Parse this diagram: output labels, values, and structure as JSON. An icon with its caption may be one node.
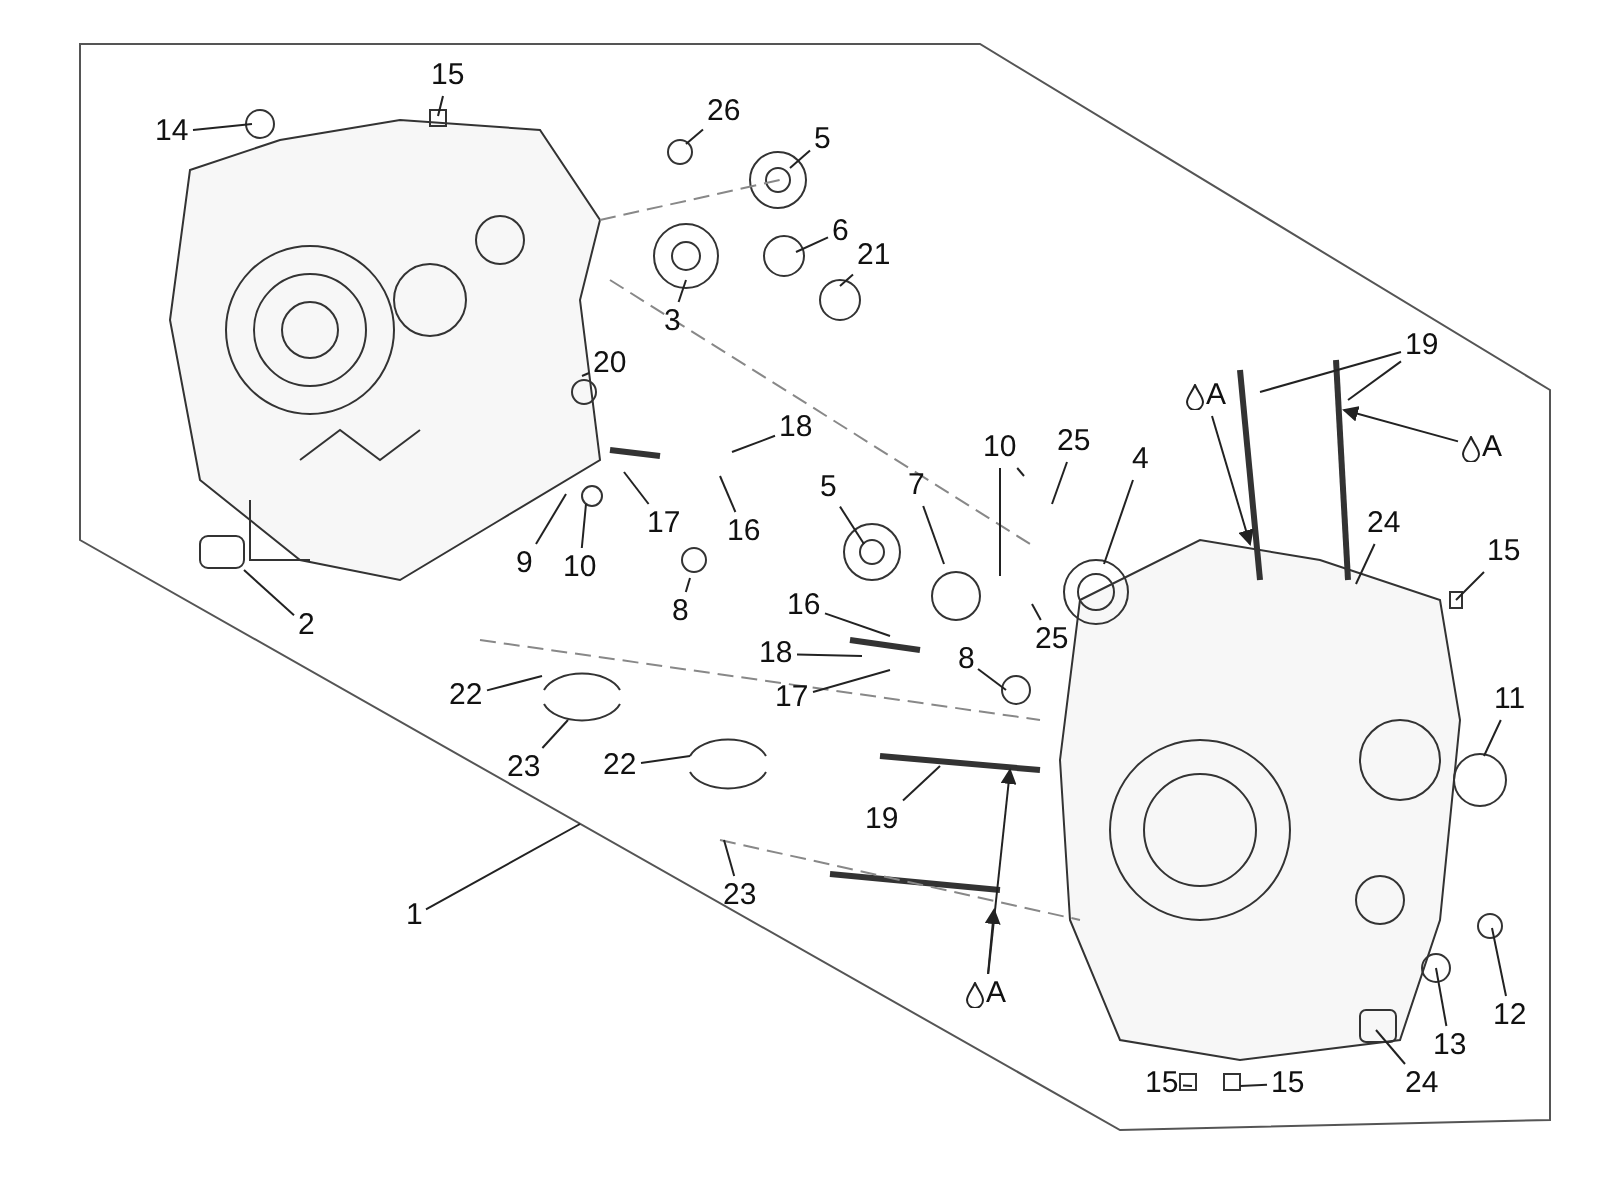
{
  "diagram": {
    "nodes": [
      {
        "text": [
          "15"
        ]
      },
      {
        "text": [
          "14"
        ]
      },
      {
        "text": [
          "26"
        ]
      },
      {
        "text": [
          "5"
        ]
      },
      {
        "text": [
          "6"
        ]
      },
      {
        "text": [
          "21"
        ]
      },
      {
        "text": [
          "3"
        ]
      },
      {
        "text": [
          "20"
        ]
      },
      {
        "text": [
          "18"
        ]
      },
      {
        "text": [
          "17"
        ]
      },
      {
        "text": [
          "16"
        ]
      },
      {
        "text": [
          "9"
        ]
      },
      {
        "text": [
          "10"
        ]
      },
      {
        "text": [
          "8"
        ]
      },
      {
        "text": [
          "2"
        ]
      },
      {
        "text": [
          "22"
        ]
      },
      {
        "text": [
          "23"
        ]
      },
      {
        "text": [
          "22"
        ]
      },
      {
        "text": [
          "23"
        ]
      },
      {
        "text": [
          "1"
        ]
      },
      {
        "text": [
          "5"
        ]
      },
      {
        "text": [
          "7"
        ]
      },
      {
        "text": [
          "10"
        ]
      },
      {
        "text": [
          "25"
        ]
      },
      {
        "text": [
          "4"
        ]
      },
      {
        "text": [
          "25"
        ]
      },
      {
        "text": [
          "16"
        ]
      },
      {
        "text": [
          "18"
        ]
      },
      {
        "text": [
          "8"
        ]
      },
      {
        "text": [
          "17"
        ]
      },
      {
        "text": [
          "19"
        ]
      },
      {
        "text": [
          "19"
        ]
      },
      {
        "text": [
          "A"
        ]
      },
      {
        "text": [
          "A"
        ]
      },
      {
        "text": [
          "24"
        ]
      },
      {
        "text": [
          "15"
        ]
      },
      {
        "text": [
          "11"
        ]
      },
      {
        "text": [
          "12"
        ]
      },
      {
        "text": [
          "13"
        ]
      },
      {
        "text": [
          "24"
        ]
      },
      {
        "text": [
          "15"
        ]
      },
      {
        "text": [
          "15"
        ]
      },
      {
        "text": [
          "A"
        ]
      }
    ],
    "edges": [
      {
        "from": 0,
        "to": null,
        "arrow": "none"
      },
      {
        "from": 1,
        "to": null,
        "arrow": "none"
      },
      {
        "from": 2,
        "to": null,
        "arrow": "none"
      },
      {
        "from": 3,
        "to": null,
        "arrow": "none"
      },
      {
        "from": 4,
        "to": null,
        "arrow": "none"
      },
      {
        "from": 5,
        "to": null,
        "arrow": "none"
      },
      {
        "from": 6,
        "to": null,
        "arrow": "none"
      },
      {
        "from": 7,
        "to": null,
        "arrow": "none"
      },
      {
        "from": 8,
        "to": null,
        "arrow": "none"
      },
      {
        "from": 9,
        "to": null,
        "arrow": "none"
      },
      {
        "from": 10,
        "to": null,
        "arrow": "none"
      },
      {
        "from": 11,
        "to": null,
        "arrow": "none"
      },
      {
        "from": 12,
        "to": null,
        "arrow": "none"
      },
      {
        "from": 13,
        "to": null,
        "arrow": "none"
      },
      {
        "from": 14,
        "to": null,
        "arrow": "none"
      },
      {
        "from": 15,
        "to": null,
        "arrow": "none"
      },
      {
        "from": 16,
        "to": null,
        "arrow": "none"
      },
      {
        "from": 17,
        "to": null,
        "arrow": "none"
      },
      {
        "from": 18,
        "to": null,
        "arrow": "none"
      },
      {
        "from": 19,
        "to": null,
        "arrow": "none"
      },
      {
        "from": 20,
        "to": null,
        "arrow": "none"
      },
      {
        "from": 21,
        "to": null,
        "arrow": "none"
      },
      {
        "from": 22,
        "to": null,
        "arrow": "none"
      },
      {
        "from": 22,
        "to": null,
        "arrow": "none"
      },
      {
        "from": 23,
        "to": null,
        "arrow": "none"
      },
      {
        "from": 24,
        "to": null,
        "arrow": "none"
      },
      {
        "from": 25,
        "to": null,
        "arrow": "none"
      },
      {
        "from": 26,
        "to": null,
        "arrow": "none"
      },
      {
        "from": 27,
        "to": null,
        "arrow": "none"
      },
      {
        "from": 28,
        "to": null,
        "arrow": "none"
      },
      {
        "from": 29,
        "to": null,
        "arrow": "none"
      },
      {
        "from": 30,
        "to": null,
        "arrow": "none"
      },
      {
        "from": 31,
        "to": null,
        "arrow": "none"
      },
      {
        "from": 31,
        "to": null,
        "arrow": "none"
      },
      {
        "from": 32,
        "to": null,
        "arrow": "to"
      },
      {
        "from": 33,
        "to": null,
        "arrow": "to"
      },
      {
        "from": 34,
        "to": null,
        "arrow": "none"
      },
      {
        "from": 35,
        "to": null,
        "arrow": "none"
      },
      {
        "from": 36,
        "to": null,
        "arrow": "none"
      },
      {
        "from": 37,
        "to": null,
        "arrow": "none"
      },
      {
        "from": 38,
        "to": null,
        "arrow": "none"
      },
      {
        "from": 39,
        "to": null,
        "arrow": "none"
      },
      {
        "from": 40,
        "to": null,
        "arrow": "none"
      },
      {
        "from": 41,
        "to": null,
        "arrow": "none"
      },
      {
        "from": 42,
        "to": null,
        "arrow": "to"
      },
      {
        "from": 42,
        "to": null,
        "arrow": "to"
      }
    ]
  }
}
